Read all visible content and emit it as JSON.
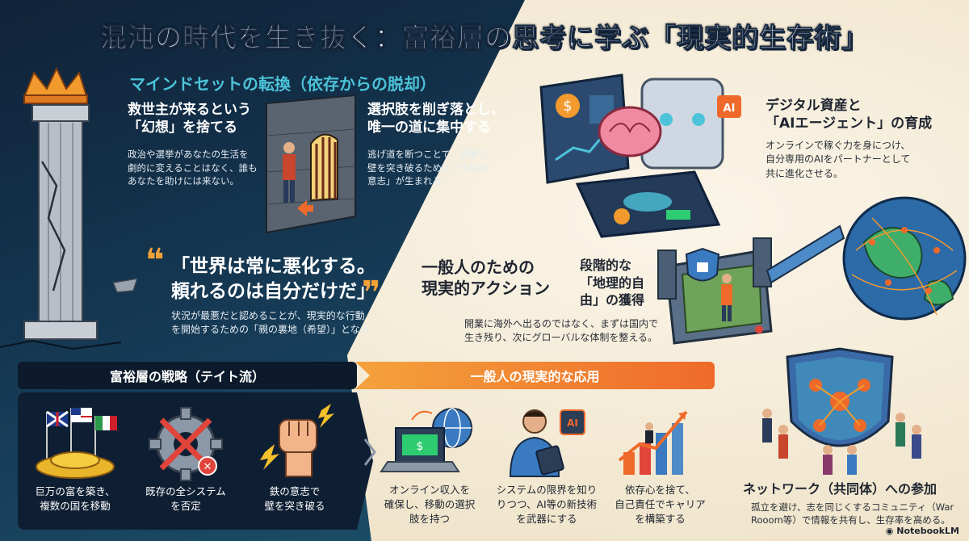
{
  "title": "混沌の時代を生き抜く：富裕層の思考に学ぶ「現実的生存術」",
  "mindset": {
    "heading": "マインドセットの転換（依存からの脱却）",
    "block1": {
      "title_line1": "救世主が来るという",
      "title_line2": "「幻想」を捨てる",
      "body_line1": "政治や選挙があなたの生活を",
      "body_line2": "劇的に変えることはなく、誰も",
      "body_line3": "あなたを助けには来ない。"
    },
    "block2": {
      "title_line1": "選択肢を削ぎ落とし、",
      "title_line2": "唯一の道に集中する",
      "body_line1": "逃げ道を断つことで、困難な",
      "body_line2": "壁を突き破るための「不屈の",
      "body_line3": "意志」が生まれる。"
    },
    "quote_line1": "世界は常に悪化する。",
    "quote_line2": "頼れるのは自分だけだ",
    "quote_open": "❝",
    "quote_close": "❞",
    "quote_body_line1": "状況が最悪だと認めることが、現実的な行動",
    "quote_body_line2": "を開始するための「親の裏地（希望）」となる。"
  },
  "digital": {
    "title_line1": "デジタル資産と",
    "title_line2": "「AIエージェント」の育成",
    "body_line1": "オンラインで稼ぐ力を身につけ、",
    "body_line2": "自分専用のAIをパートナーとして",
    "body_line3": "共に進化させる。",
    "screen_icon_label": "AI"
  },
  "actions": {
    "title_line1": "一般人のための",
    "title_line2": "現実的アクション"
  },
  "geo": {
    "title_line1": "段階的な",
    "title_line2": "「地理的自",
    "title_line3": "由」の獲得",
    "body_line1": "開業に海外へ出るのではなく、まずは国内で",
    "body_line2": "生き残り、次にグローバルな体制を整える。"
  },
  "bands": {
    "left": "富裕層の戦略（テイト流）",
    "right": "一般人の現実的な応用"
  },
  "strategies": [
    {
      "line1": "巨万の富を築き、",
      "line2": "複数の国を移動"
    },
    {
      "line1": "既存の全システム",
      "line2": "を否定"
    },
    {
      "line1": "鉄の意志で",
      "line2": "壁を突き破る"
    }
  ],
  "applications": [
    {
      "line1": "オンライン収入を",
      "line2": "確保し、移動の選択",
      "line3": "肢を持つ"
    },
    {
      "line1": "システムの限界を知り",
      "line2": "りつつ、AI等の新技術",
      "line3": "を武器にする",
      "badge": "AI"
    },
    {
      "line1": "依存心を捨て、",
      "line2": "自己責任でキャリア",
      "line3": "を構築する"
    }
  ],
  "network": {
    "title": "ネットワーク（共同体）への参加",
    "body_line1": "孤立を避け、志を同じくするコミュニティ（War",
    "body_line2": "Rooom等）で情報を共有し、生存率を高める。"
  },
  "brand": "NotebookLM",
  "colors": {
    "accent_teal": "#4cc3d9",
    "accent_orange": "#ef6a2a",
    "navy": "#0f1f33"
  }
}
